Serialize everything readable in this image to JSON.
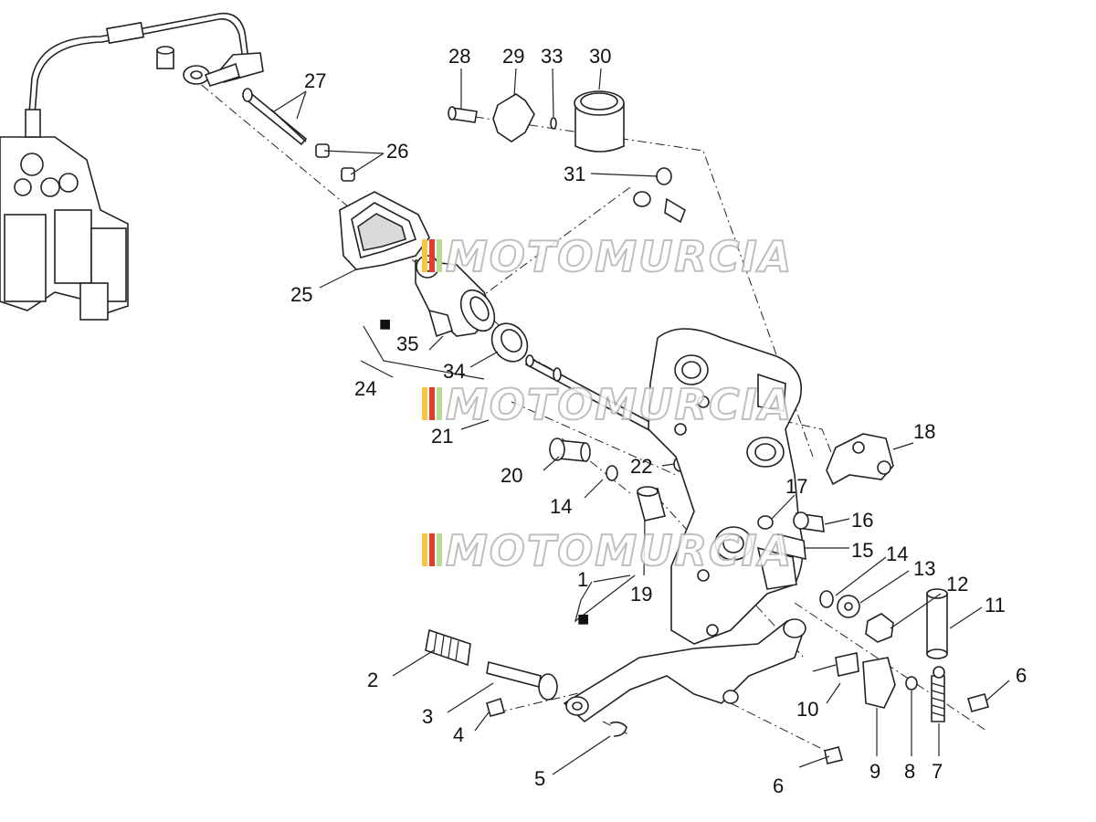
{
  "watermark": {
    "text": "MOTOMURCIA",
    "colors": [
      "#f3c743",
      "#e23b2f",
      "#b9d99a"
    ]
  },
  "callouts": [
    "1",
    "2",
    "3",
    "4",
    "5",
    "6",
    "6",
    "7",
    "8",
    "9",
    "10",
    "11",
    "12",
    "13",
    "14",
    "14",
    "15",
    "16",
    "17",
    "18",
    "19",
    "20",
    "21",
    "22",
    "24",
    "25",
    "26",
    "27",
    "28",
    "29",
    "30",
    "31",
    "33",
    "34",
    "35"
  ],
  "legend_markers": [
    "■",
    "■"
  ]
}
